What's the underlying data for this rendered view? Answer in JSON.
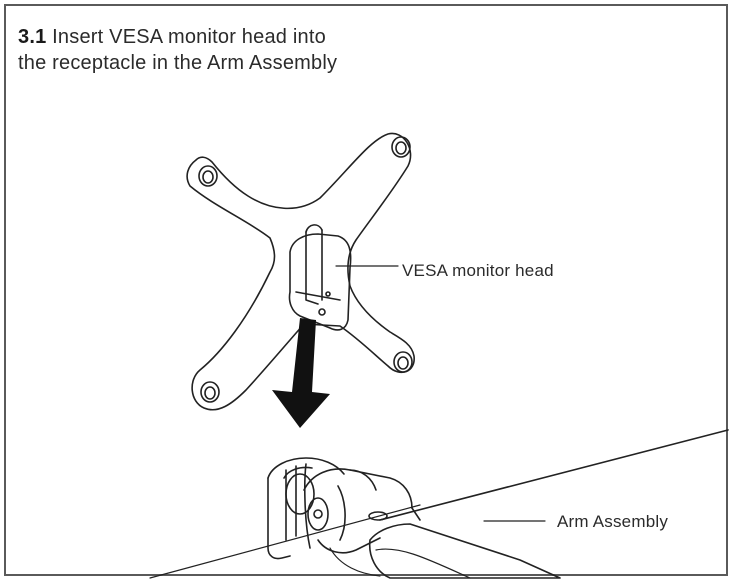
{
  "instruction": {
    "step_number": "3.1",
    "line1": "Insert VESA monitor head into",
    "line2": "the receptacle in the Arm Assembly"
  },
  "callouts": {
    "vesa_head": "VESA monitor head",
    "arm_assembly": "Arm Assembly"
  },
  "colors": {
    "line": "#222222",
    "border": "#5a5a5a",
    "arrow": "#111111",
    "background": "#ffffff"
  }
}
